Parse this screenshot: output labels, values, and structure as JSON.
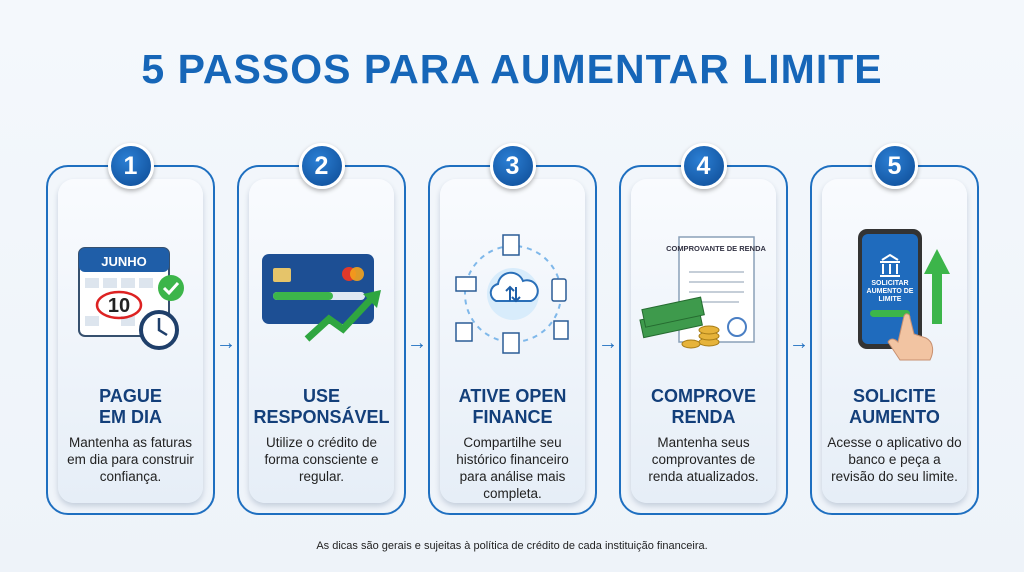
{
  "title": "5 PASSOS PARA AUMENTAR LIMITE",
  "steps": [
    {
      "number": "1",
      "heading1": "PAGUE",
      "heading2": "EM DIA",
      "description": "Mantenha as faturas em dia para construir confiança.",
      "illustration": {
        "month": "JUNHO",
        "day": "10"
      }
    },
    {
      "number": "2",
      "heading1": "USE",
      "heading2": "RESPONSÁVEL",
      "description": "Utilize o crédito de forma consciente e regular."
    },
    {
      "number": "3",
      "heading1": "ATIVE OPEN",
      "heading2": "FINANCE",
      "description": "Compartilhe seu histórico financeiro para análise mais completa."
    },
    {
      "number": "4",
      "heading1": "COMPROVE",
      "heading2": "RENDA",
      "description": "Mantenha seus comprovantes de renda atualizados.",
      "illustration": {
        "doc": "COMPROVANTE DE RENDA"
      }
    },
    {
      "number": "5",
      "heading1": "SOLICITE",
      "heading2": "AUMENTO",
      "description": "Acesse o aplicativo do banco e peça a revisão do seu limite.",
      "illustration": {
        "screen": "SOLICITAR AUMENTO DE LIMITE"
      }
    }
  ],
  "footer": "As dicas são gerais e sujeitas à política de crédito de cada instituição financeira.",
  "colors": {
    "primary": "#1666b8",
    "heading": "#133f7a",
    "green": "#3cb54a"
  }
}
